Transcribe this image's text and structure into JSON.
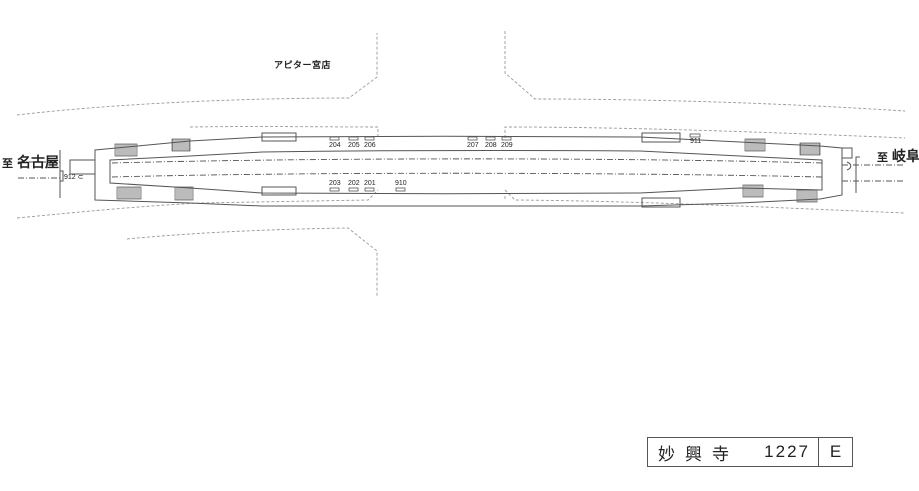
{
  "map": {
    "landmark": "アピター宮店",
    "directions": {
      "left": {
        "prefix": "至",
        "name": "名古屋"
      },
      "right": {
        "prefix": "至",
        "name": "岐阜"
      }
    },
    "facilities_top": [
      "204",
      "205",
      "206",
      "207",
      "208",
      "209",
      "911"
    ],
    "facilities_bottom": [
      "203",
      "202",
      "201",
      "910"
    ],
    "facility_left_end": "912",
    "facility_left_symbol": "⊂",
    "title_block": {
      "station_name": "妙興寺",
      "code": "1227",
      "section": "E"
    },
    "colors": {
      "line": "#555555",
      "dashed": "#9a9a9a",
      "background": "#ffffff"
    }
  }
}
